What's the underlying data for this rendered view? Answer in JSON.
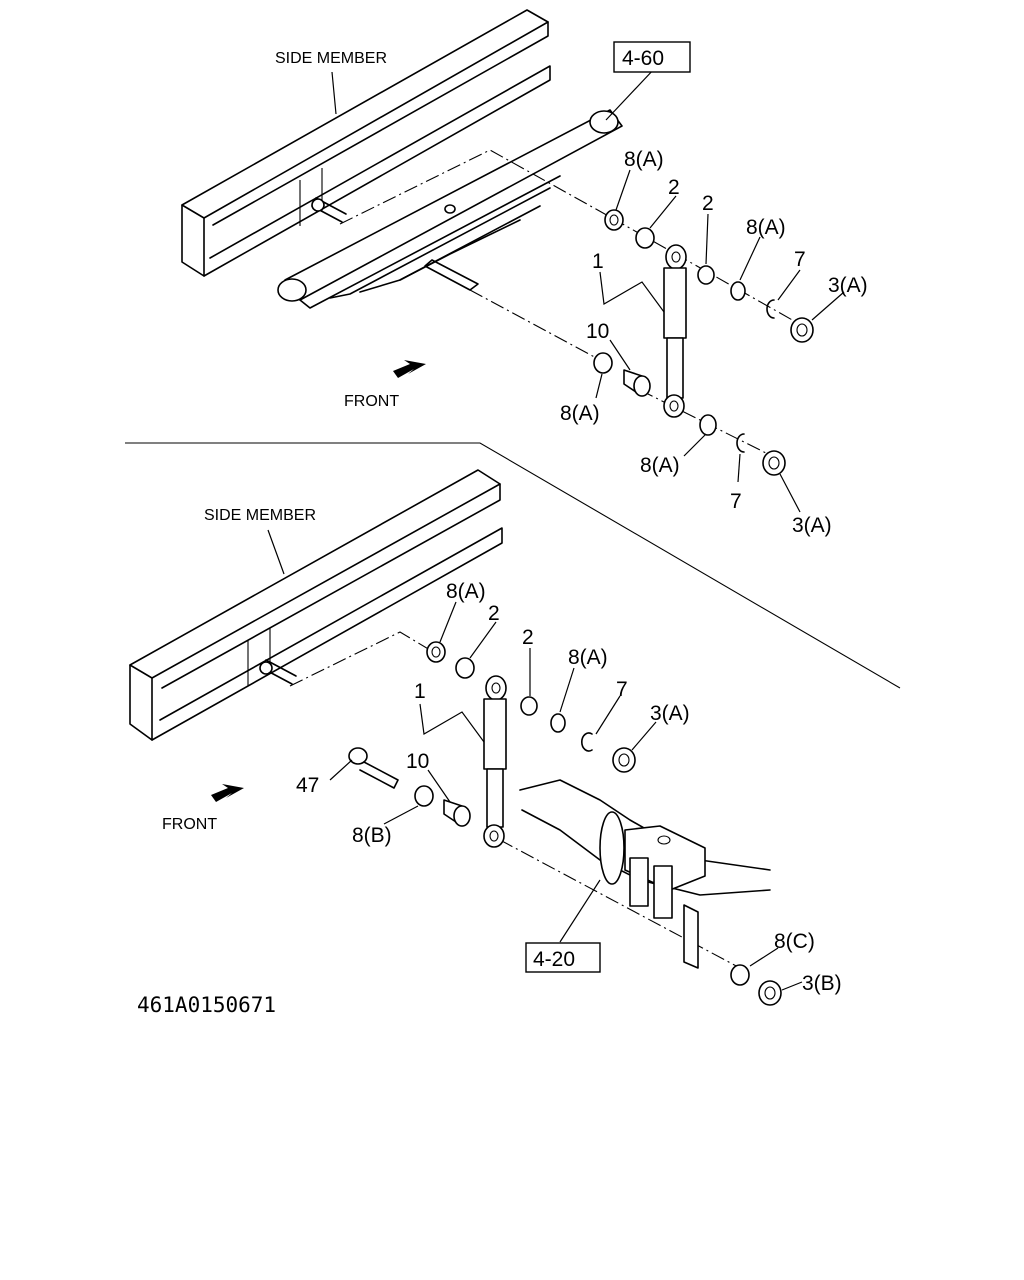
{
  "top": {
    "side_member": "SIDE MEMBER",
    "ref_box": "4-60",
    "front": "FRONT",
    "callouts": {
      "c1": "1",
      "c2a": "2",
      "c2b": "2",
      "c10": "10",
      "c8a_1": "8(A)",
      "c8a_2": "8(A)",
      "c8a_3": "8(A)",
      "c8a_4": "8(A)",
      "c7a": "7",
      "c7b": "7",
      "c3a_1": "3(A)",
      "c3a_2": "3(A)"
    }
  },
  "bottom": {
    "side_member": "SIDE MEMBER",
    "ref_box": "4-20",
    "front": "FRONT",
    "callouts": {
      "c1": "1",
      "c2a": "2",
      "c2b": "2",
      "c10": "10",
      "c47": "47",
      "c8a_1": "8(A)",
      "c8a_2": "8(A)",
      "c8b": "8(B)",
      "c8c": "8(C)",
      "c7": "7",
      "c3a": "3(A)",
      "c3b": "3(B)"
    }
  },
  "drawing_code": "461A0150671"
}
